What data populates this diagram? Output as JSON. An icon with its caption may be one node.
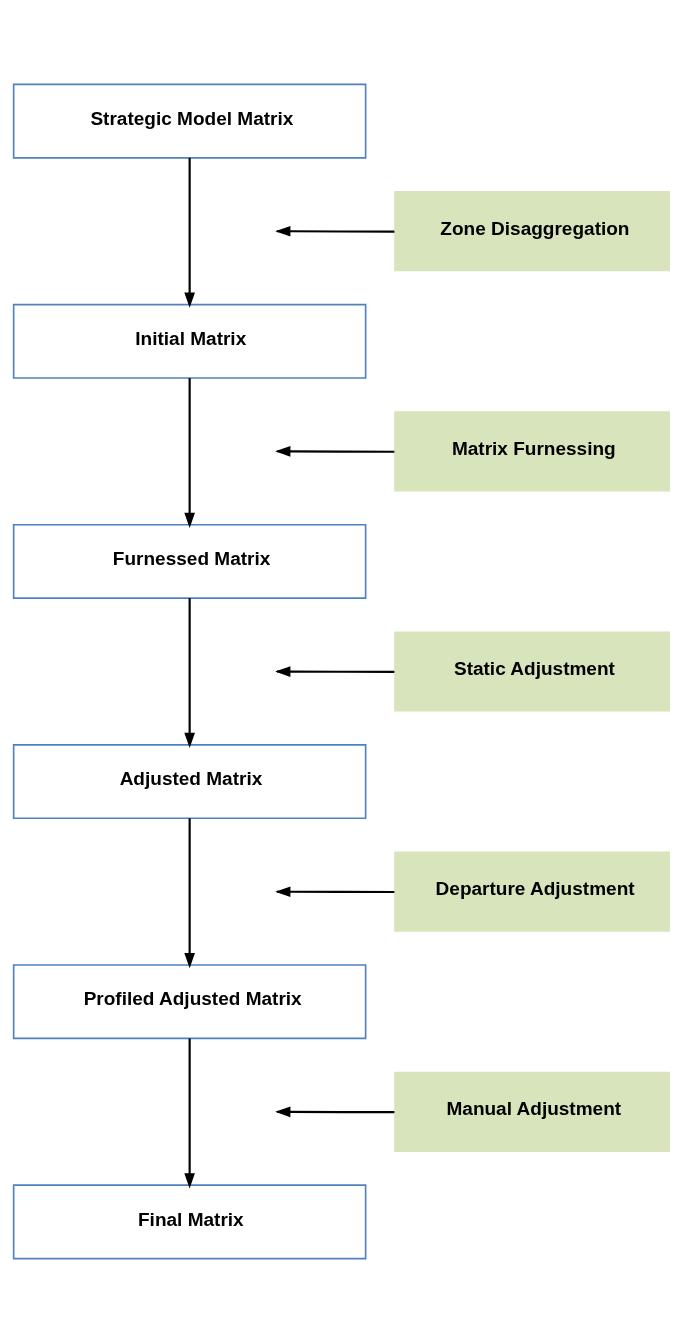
{
  "diagram": {
    "nodes": [
      {
        "text": [
          "Strategic Model Matrix"
        ]
      },
      {
        "text": [
          "Zone Disaggregation"
        ]
      },
      {
        "text": [
          "Initial Matrix"
        ]
      },
      {
        "text": [
          "Matrix Furnessing"
        ]
      },
      {
        "text": [
          "Furnessed Matrix"
        ]
      },
      {
        "text": [
          "Static Adjustment"
        ]
      },
      {
        "text": [
          "Adjusted Matrix"
        ]
      },
      {
        "text": [
          "Departure Adjustment"
        ]
      },
      {
        "text": [
          "Profiled Adjusted Matrix"
        ]
      },
      {
        "text": [
          "Manual Adjustment"
        ]
      },
      {
        "text": [
          "Final Matrix"
        ]
      }
    ],
    "edges": [
      {
        "from": 0,
        "to": 2,
        "arrow": "to"
      },
      {
        "from": 1,
        "to": null,
        "arrow": "to"
      },
      {
        "from": 2,
        "to": 4,
        "arrow": "to"
      },
      {
        "from": 3,
        "to": null,
        "arrow": "to"
      },
      {
        "from": 4,
        "to": 6,
        "arrow": "to"
      },
      {
        "from": 5,
        "to": null,
        "arrow": "to"
      },
      {
        "from": 6,
        "to": 8,
        "arrow": "to"
      },
      {
        "from": 7,
        "to": null,
        "arrow": "to"
      },
      {
        "from": 8,
        "to": 10,
        "arrow": "to"
      },
      {
        "from": 9,
        "to": null,
        "arrow": "to"
      }
    ]
  }
}
